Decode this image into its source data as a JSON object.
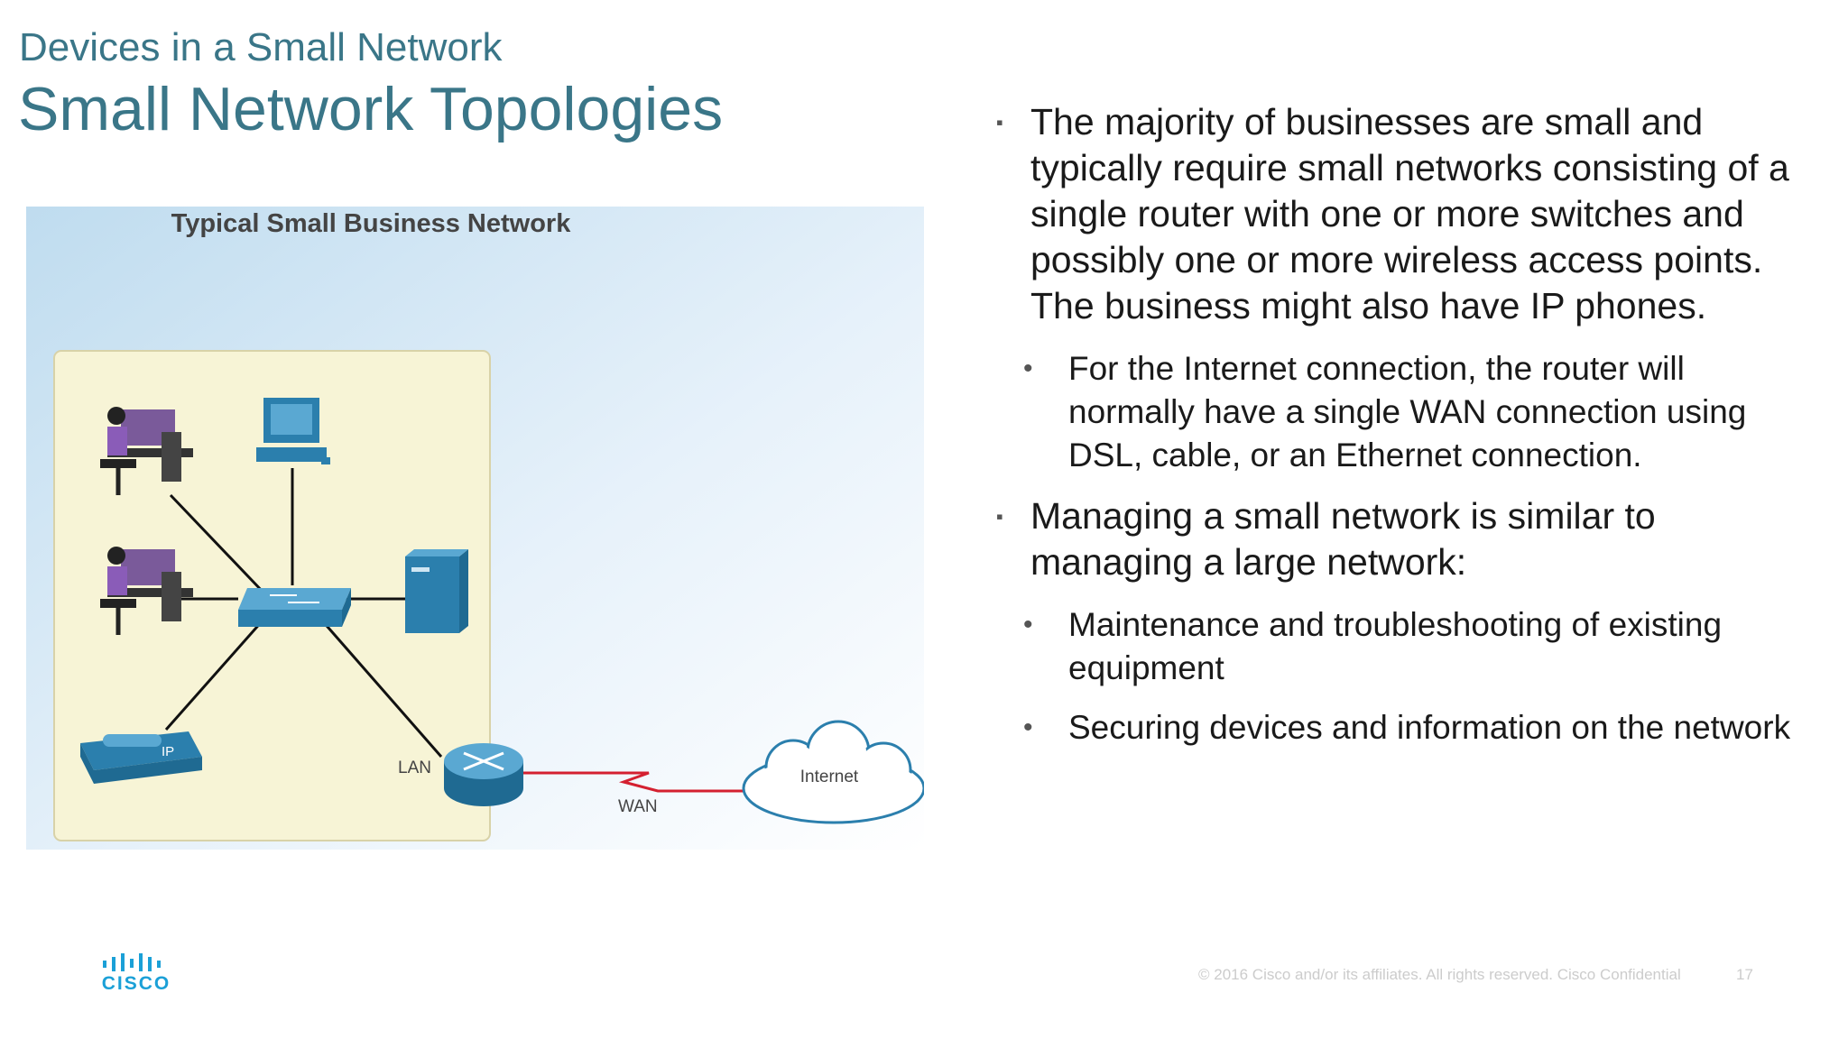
{
  "header": {
    "subtitle": "Devices in a Small Network",
    "title": "Small Network Topologies"
  },
  "figure": {
    "caption": "Typical Small Business Network",
    "labels": {
      "lan": "LAN",
      "wan": "WAN",
      "internet": "Internet",
      "phone": "IP"
    },
    "colors": {
      "device_blue": "#2b7fad",
      "device_blue_light": "#5aa8d2",
      "link_red": "#d42030",
      "lan_area": "#f7f4d6"
    }
  },
  "bullets": [
    {
      "level": 1,
      "text": "The majority of businesses are small and typically require small networks consisting of a single router with one or more switches and possibly one or more wireless access points.  The business might also have IP phones."
    },
    {
      "level": 2,
      "text": "For the Internet connection, the router will normally have a single WAN connection using DSL, cable, or an Ethernet connection."
    },
    {
      "level": 1,
      "text": "Managing a small network is similar to managing a large network:"
    },
    {
      "level": 2,
      "text": "Maintenance and troubleshooting of existing equipment"
    },
    {
      "level": 2,
      "text": "Securing devices and information on the network"
    }
  ],
  "markers": {
    "level1": "▪",
    "level2": "•"
  },
  "footer": {
    "copyright": "© 2016  Cisco and/or its affiliates. All rights reserved.   Cisco Confidential",
    "page_number": "17",
    "logo_text": "CISCO",
    "logo_color": "#1ba0d7"
  }
}
